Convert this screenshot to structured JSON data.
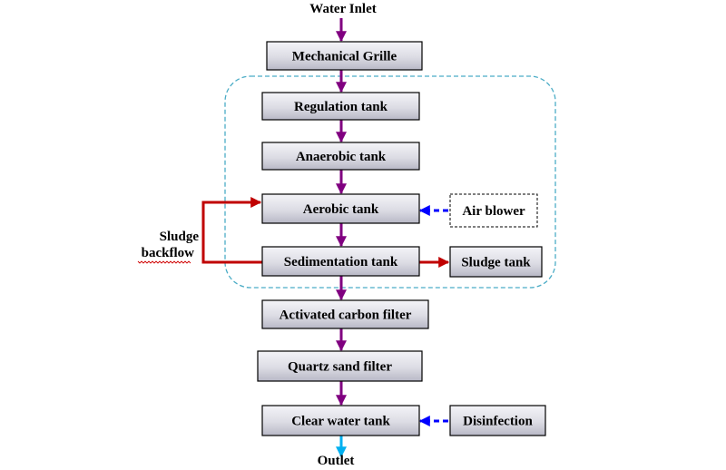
{
  "labels": {
    "water_inlet": "Water Inlet",
    "outlet": "Outlet",
    "sludge_backflow_line1": "Sludge",
    "sludge_backflow_line2": "backflow"
  },
  "nodes": {
    "mechanical_grille": "Mechanical Grille",
    "regulation_tank": "Regulation tank",
    "anaerobic_tank": "Anaerobic tank",
    "aerobic_tank": "Aerobic tank",
    "sedimentation_tank": "Sedimentation tank",
    "activated_carbon_filter": "Activated carbon filter",
    "quartz_sand_filter": "Quartz sand filter",
    "clear_water_tank": "Clear water tank",
    "air_blower": "Air blower",
    "sludge_tank": "Sludge tank",
    "disinfection": "Disinfection"
  },
  "colors": {
    "main_flow_arrow": "#800080",
    "sludge_arrow": "#c00000",
    "dashed_input_arrow": "#0000ff",
    "outlet_arrow": "#00b0f0",
    "process_boundary": "#4bacc6",
    "box_fill_light": "#f2f2f6",
    "box_fill_dark": "#bcbcc8"
  }
}
